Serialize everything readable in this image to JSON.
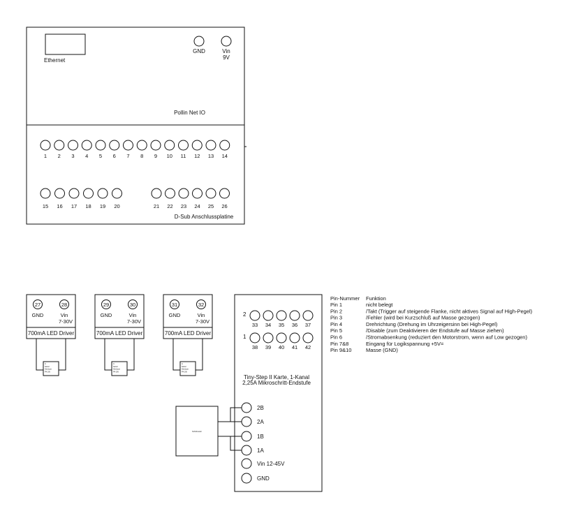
{
  "pollin": {
    "ethernet": "Ethernet",
    "gnd": "GND",
    "vin": "Vin",
    "vin_v": "9V",
    "title": "Pollin Net IO"
  },
  "dsub": {
    "title": "D-Sub Anschlussplatine",
    "row1": [
      "1",
      "2",
      "3",
      "4",
      "5",
      "6",
      "7",
      "8",
      "9",
      "10",
      "11",
      "12",
      "13",
      "14"
    ],
    "row2a": [
      "15",
      "16",
      "17",
      "18",
      "19",
      "20"
    ],
    "row2b": [
      "21",
      "22",
      "23",
      "24",
      "25",
      "26"
    ]
  },
  "drivers": [
    {
      "pin_gnd": "27",
      "pin_vin": "28"
    },
    {
      "pin_gnd": "29",
      "pin_vin": "30"
    },
    {
      "pin_gnd": "31",
      "pin_vin": "32"
    }
  ],
  "driver_labels": {
    "gnd": "GND",
    "vin": "Vin",
    "vin_range": "7-30V",
    "title": "700mA LED Driver"
  },
  "led_text": {
    "l1": "A",
    "l2": "Seoul",
    "l3": "Semicon",
    "l4": "P4 1W"
  },
  "tinystep": {
    "row_label_2": "2",
    "row_label_1": "1",
    "row2": [
      "33",
      "34",
      "35",
      "36",
      "37"
    ],
    "row1": [
      "38",
      "39",
      "40",
      "41",
      "42"
    ],
    "title_1": "Tiny-Step II Karte, 1-Kanal",
    "title_2": "2,25A Mikroschritt-Endstufe",
    "terminals": [
      "2B",
      "2A",
      "1B",
      "1A",
      "Vin 12-45V",
      "GND"
    ]
  },
  "motor": {
    "label": "Schrittmotor"
  },
  "pin_table": {
    "header": [
      "Pin-Nummer",
      "Funktion"
    ],
    "rows": [
      [
        "Pin 1",
        "nicht belegt"
      ],
      [
        "Pin 2",
        "/Takt (Trigger auf steigende Flanke, nicht aktives Signal auf High-Pegel)"
      ],
      [
        "Pin 3",
        "/Fehler (wird bei Kurzschluß auf Masse gezogen)"
      ],
      [
        "Pin 4",
        "Drehrichtung (Drehung im Uhrzeigersinn bei High-Pegel)"
      ],
      [
        "Pin 5",
        "/Disable (zum Deaktivieren der Endstufe auf Masse ziehen)"
      ],
      [
        "Pin 6",
        "/Stromabsenkung (reduziert den Motorstrom, wenn auf Low gezogen)"
      ],
      [
        "Pin 7&8",
        "Eingang für Logikspannung +5V="
      ],
      [
        "Pin 9&10",
        "Masse (GND)"
      ]
    ]
  }
}
